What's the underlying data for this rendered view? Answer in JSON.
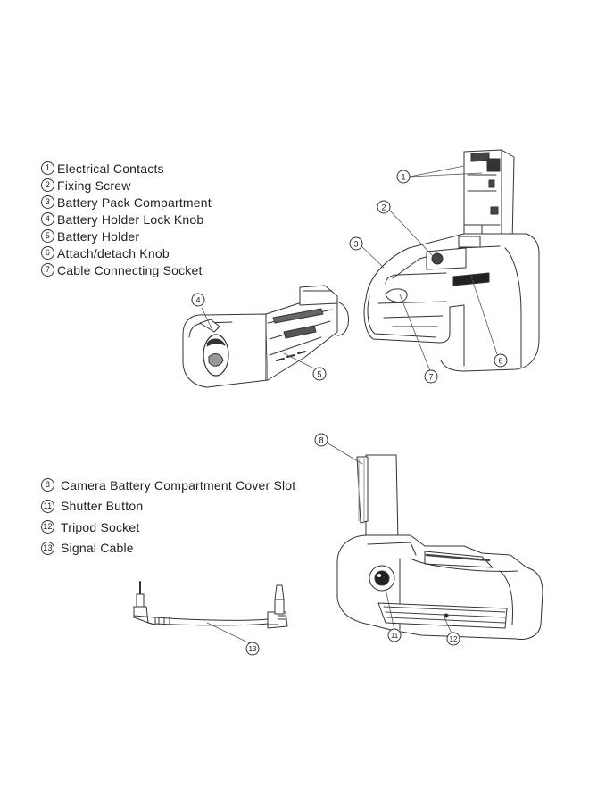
{
  "legend_top": [
    {
      "num": "1",
      "label": "Electrical Contacts"
    },
    {
      "num": "2",
      "label": "Fixing Screw"
    },
    {
      "num": "3",
      "label": "Battery Pack Compartment"
    },
    {
      "num": "4",
      "label": "Battery Holder Lock Knob"
    },
    {
      "num": "5",
      "label": "Battery Holder"
    },
    {
      "num": "6",
      "label": "Attach/detach Knob"
    },
    {
      "num": "7",
      "label": "Cable Connecting Socket"
    }
  ],
  "legend_bottom": [
    {
      "num": "8",
      "label": "Camera Battery Compartment Cover Slot"
    },
    {
      "num": "11",
      "label": "Shutter Button"
    },
    {
      "num": "12",
      "label": "Tripod Socket"
    },
    {
      "num": "13",
      "label": "Signal Cable"
    }
  ],
  "callouts": {
    "c1": "1",
    "c2": "2",
    "c3": "3",
    "c4": "4",
    "c5": "5",
    "c6": "6",
    "c7": "7",
    "c8": "8",
    "c11": "11",
    "c12": "12",
    "c13": "13"
  }
}
